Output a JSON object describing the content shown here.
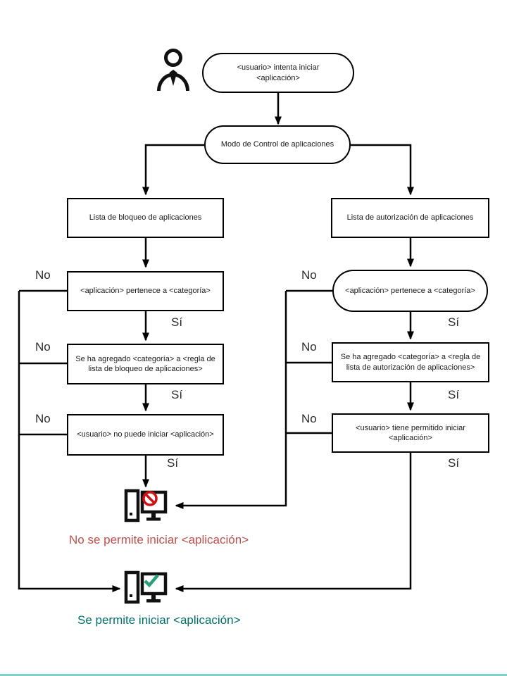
{
  "flowchart": {
    "start": "<usuario> intenta iniciar <aplicación>",
    "mode": "Modo de Control de aplicaciones",
    "block_list": "Lista de bloqueo de aplicaciones",
    "allow_list": "Lista de autorización de aplicaciones",
    "block_category": "<aplicación> pertenece a <categoría>",
    "allow_category": "<aplicación> pertenece a <categoría>",
    "block_rule": "Se ha agregado <categoría> a <regla de lista de bloqueo de aplicaciones>",
    "allow_rule": "Se ha agregado <categoría> a <regla de lista de autorización de aplicaciones>",
    "block_verdict": "<usuario> no puede iniciar <aplicación>",
    "allow_verdict": "<usuario> tiene permitido iniciar <aplicación>",
    "result_blocked": "No se permite iniciar <aplicación>",
    "result_allowed": "Se permite iniciar <aplicación>",
    "label_yes": "Sí",
    "label_no": "No",
    "icons": {
      "actor": "person-icon",
      "blocked": "computer-blocked-icon",
      "allowed": "computer-allowed-icon"
    },
    "colors": {
      "line": "#000000",
      "blocked_text": "#c0504d",
      "allowed_text": "#007069",
      "prohibit_icon": "#cc1414",
      "check_icon": "#26a17b"
    }
  }
}
